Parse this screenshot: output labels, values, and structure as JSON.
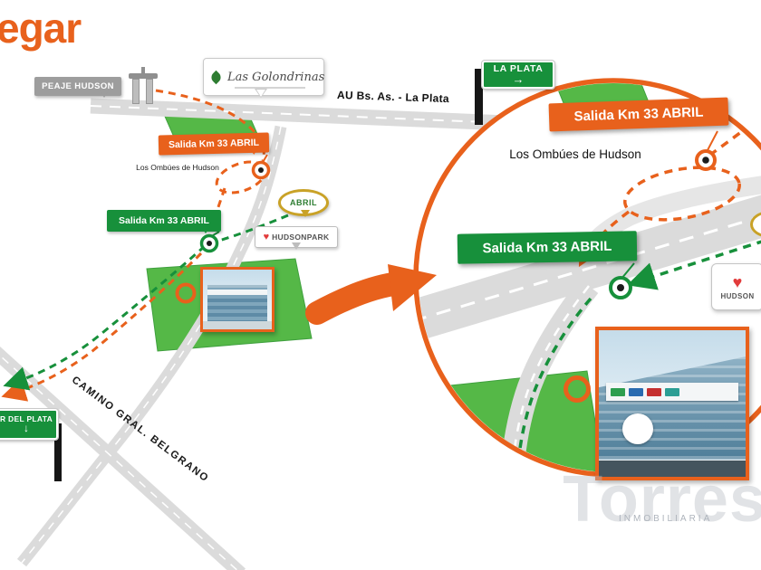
{
  "title_fragment": "egar",
  "colors": {
    "orange": "#E8611C",
    "green": "#17903B",
    "area_green": "#55B847",
    "road": "#DBDBDB"
  },
  "map": {
    "peaje_sign": "PEAJE HUDSON",
    "golondrinas_sign": "Las Golondrinas",
    "highway_label": "AU Bs. As. - La Plata",
    "la_plata_sign": "LA PLATA",
    "la_plata_arrow": "→",
    "salida_orange_sign": "Salida Km 33 ABRIL",
    "ombues_label": "Los Ombúes de Hudson",
    "salida_green_sign": "Salida Km 33 ABRIL",
    "abril_sign": "ABRIL",
    "hudson_park_sign": "HUDSONPARK",
    "hudson_park_heart": "♥",
    "camino_label": "CAMINO GRAL. BELGRANO",
    "mar_del_plata_sign": "R DEL PLATA",
    "mar_del_plata_arrow": "↓"
  },
  "inset": {
    "salida_orange_sign": "Salida Km 33 ABRIL",
    "ombues_label": "Los Ombúes de Hudson",
    "salida_green_sign": "Salida Km 33 ABRIL",
    "hudson_sign": "HUDSON",
    "hudson_heart": "♥"
  },
  "watermark": {
    "brand": "Torres",
    "subtitle": "INMOBILIARIA"
  }
}
